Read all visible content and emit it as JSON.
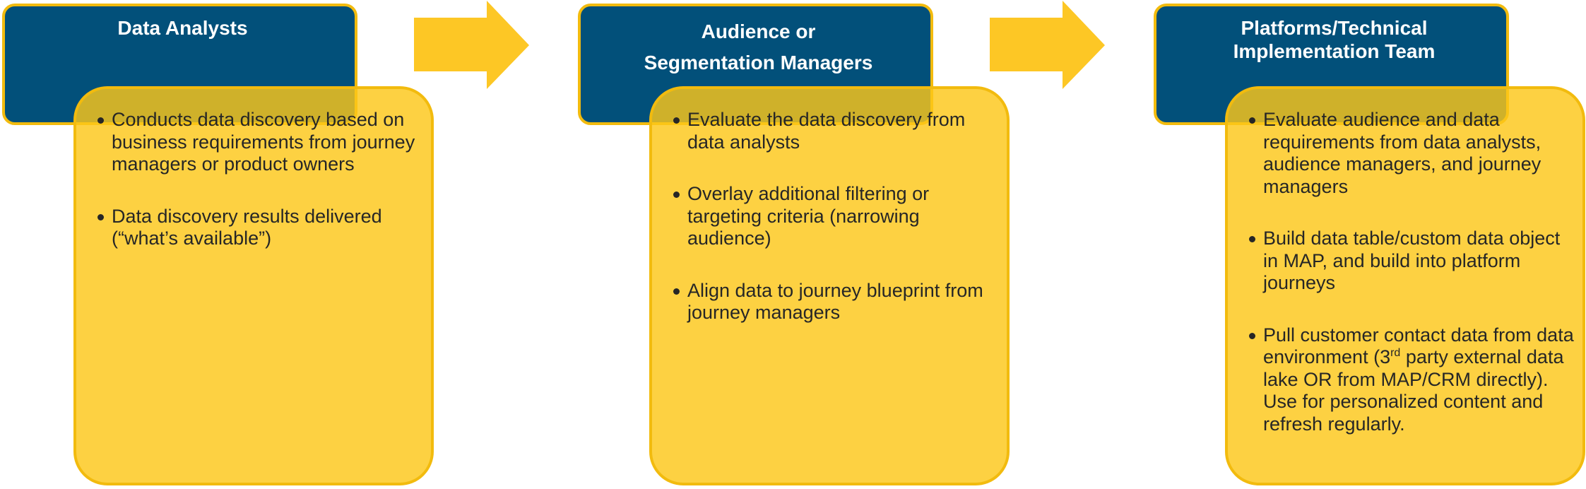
{
  "colors": {
    "header_fill": "#02507a",
    "header_border": "#f2bb0e",
    "content_fill": "#fdc719",
    "arrow_fill": "#fdc725",
    "text_dark": "#262626",
    "text_light": "#ffffff"
  },
  "stages": [
    {
      "title_lines": [
        "Data Analysts"
      ],
      "bullets": [
        "Conducts data discovery based on business requirements from journey managers or product owners",
        "Data discovery results delivered (“what’s available”)"
      ]
    },
    {
      "title_lines": [
        "Audience or",
        "Segmentation Managers"
      ],
      "bullets": [
        "Evaluate the data discovery from data analysts",
        "Overlay additional filtering or targeting criteria (narrowing audience)",
        "Align data to journey blueprint from journey managers"
      ]
    },
    {
      "title_lines": [
        "Platforms/Technical",
        "Implementation Team"
      ],
      "bullets": [
        "Evaluate audience and data requirements from data analysts, audience managers, and journey managers",
        "Build data table/custom data object in MAP, and build into platform journeys"
      ],
      "last_bullet": {
        "before": "Pull customer contact data from data environment (3",
        "sup": "rd",
        "after": " party external data lake OR from MAP/CRM directly). Use for personalized content and refresh regularly."
      }
    }
  ],
  "arrows": [
    "right-arrow-icon",
    "right-arrow-icon"
  ]
}
